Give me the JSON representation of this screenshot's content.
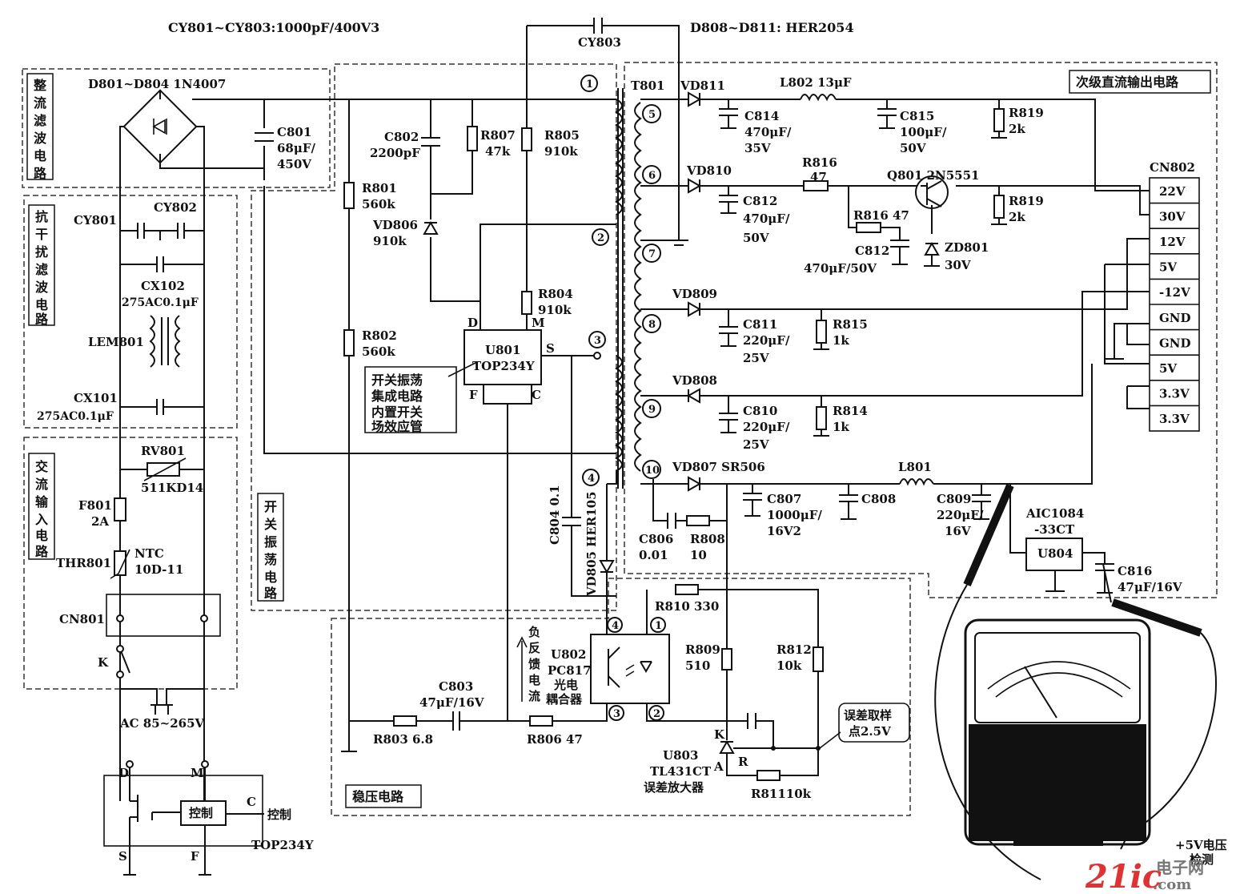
{
  "top_notes": {
    "left": "CY801~CY803:1000pF/400V3",
    "right": "D808~D811: HER2054",
    "cy803": "CY803"
  },
  "blocks": {
    "rectifier": "整流滤波电路",
    "emi": "抗干扰滤波电路",
    "ac_input": "交流输入电路",
    "oscillator": "开关振荡电路",
    "regulator": "稳压电路",
    "secondary": "次级直流输出电路"
  },
  "notes": {
    "u801_desc": "开关振荡集成电路内置开关场效应管",
    "feedback": "负反馈电流",
    "error_point": "误差取样点2.5V",
    "measure": "+5V电压检测",
    "watermark_a": "21ic",
    "watermark_b": "电子网",
    "watermark_c": ".com"
  },
  "components": {
    "d801": "D801~D804 1N4007",
    "c801_name": "C801",
    "c801_val1": "68μF/",
    "c801_val2": "450V",
    "cy801": "CY801",
    "cy802": "CY802",
    "cx102": "CX102",
    "cx102_val": "275AC0.1μF",
    "lem801": "LEM801",
    "cx101": "CX101",
    "cx101_val": "275AC0.1μF",
    "rv801": "RV801",
    "rv801_val": "511KD14",
    "f801": "F801",
    "f801_val": "2A",
    "thr801": "THR801",
    "ntc": "NTC",
    "ntc_val": "10D-11",
    "cn801": "CN801",
    "k": "K",
    "ac": "AC 85~265V",
    "c802": "C802",
    "c802_val": "2200pF",
    "r807": "R807",
    "r807_val": "47k",
    "r805": "R805",
    "r805_val": "910k",
    "r801": "R801",
    "r801_val": "560k",
    "vd806": "VD806",
    "vd806_val": "910k",
    "r804": "R804",
    "r804_val": "910k",
    "r802": "R802",
    "r802_val": "560k",
    "u801": "U801",
    "u801_val": "TOP234Y",
    "pin_d": "D",
    "pin_m": "M",
    "pin_s": "S",
    "pin_f": "F",
    "pin_c": "C",
    "c804": "C804 0.1",
    "vd805": "VD805 HER105",
    "t801": "T801",
    "vd811": "VD811",
    "l802": "L802 13μF",
    "c814": "C814",
    "c814_val1": "470μF/",
    "c814_val2": "35V",
    "c815": "C815",
    "c815_val1": "100μF/",
    "c815_val2": "50V",
    "r819a": "R819",
    "r819a_val": "2k",
    "vd810": "VD810",
    "r816": "R816",
    "r816_val": "47",
    "q801": "Q801 2N5551",
    "c812a": "C812",
    "c812a_val1": "470μF/",
    "c812a_val2": "50V",
    "r816b": "R816 47",
    "r819b": "R819",
    "r819b_val": "2k",
    "c812b": "C812",
    "c812b_val": "470μF/50V",
    "zd801": "ZD801",
    "zd801_val": "30V",
    "vd809": "VD809",
    "c811": "C811",
    "c811_val1": "220μF/",
    "c811_val2": "25V",
    "r815": "R815",
    "r815_val": "1k",
    "vd808": "VD808",
    "c810": "C810",
    "c810_val1": "220μF/",
    "c810_val2": "25V",
    "r814": "R814",
    "r814_val": "1k",
    "vd807": "VD807 SR506",
    "c807": "C807",
    "c807_val1": "1000μF/",
    "c807_val2": "16V2",
    "c808": "C808",
    "l801": "L801",
    "c809": "C809",
    "c809_val1": "220μF/",
    "c809_val2": "16V",
    "c806": "C806",
    "c806_val": "0.01",
    "r808": "R808",
    "r808_val": "10",
    "aic": "AIC1084",
    "aic_val": "-33CT",
    "u804": "U804",
    "c816": "C816",
    "c816_val": "47μF/16V",
    "r810": "R810 330",
    "u802": "U802",
    "u802_val": "PC817",
    "u802_desc": "光电耦合器",
    "r809": "R809",
    "r809_val": "510",
    "r812": "R812",
    "r812_val": "10k",
    "c803": "C803",
    "c803_val": "47μF/16V",
    "r803": "R803 6.8",
    "r806": "R806 47",
    "u803": "U803",
    "u803_val": "TL431CT",
    "u803_desc": "误差放大器",
    "tl_k": "K",
    "tl_a": "A",
    "tl_r": "R",
    "r811": "R81110k",
    "cn802": "CN802",
    "top_d": "D",
    "top_m": "M",
    "top_c": "C",
    "top_s": "S",
    "top_f": "F",
    "top_ctrl": "控制",
    "top_ctrl_out": "控制",
    "top_name": "TOP234Y"
  },
  "pins": [
    "1",
    "2",
    "3",
    "4",
    "5",
    "6",
    "7",
    "8",
    "9",
    "10"
  ],
  "connector": [
    "22V",
    "30V",
    "12V",
    "5V",
    "-12V",
    "GND",
    "GND",
    "5V",
    "3.3V",
    "3.3V"
  ]
}
